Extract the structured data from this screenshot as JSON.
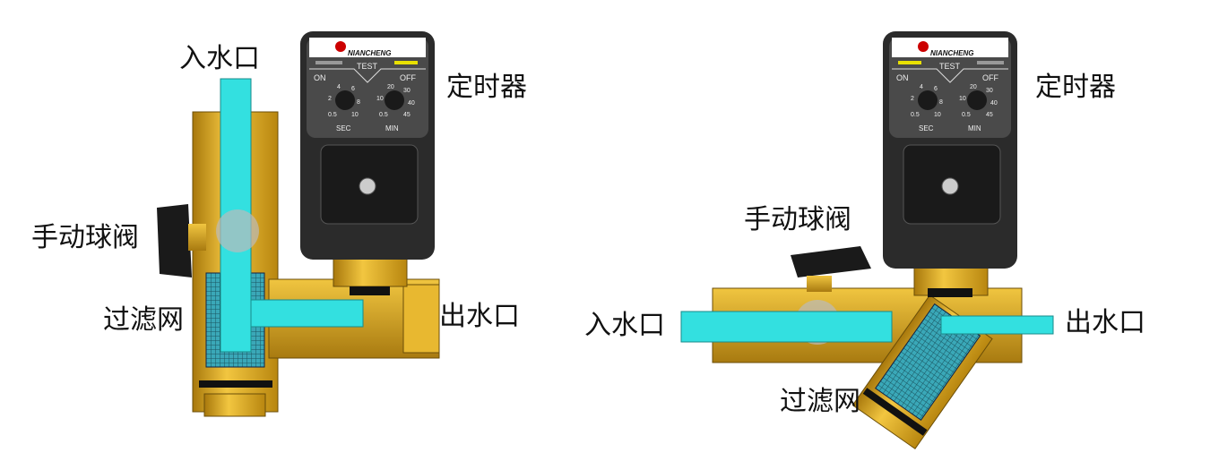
{
  "left_view": {
    "labels": {
      "inlet": "入水口",
      "timer": "定时器",
      "ball_valve": "手动球阀",
      "filter": "过滤网",
      "outlet": "出水口"
    }
  },
  "right_view": {
    "labels": {
      "inlet": "入水口",
      "timer": "定时器",
      "ball_valve": "手动球阀",
      "filter": "过滤网",
      "outlet": "出水口"
    }
  },
  "timer_panel": {
    "brand": "NIANCHENG",
    "test": "TEST",
    "on": "ON",
    "off": "OFF",
    "sec": "SEC",
    "min": "MIN",
    "sec_ticks": [
      "0.5",
      "2",
      "4",
      "6",
      "8",
      "10"
    ],
    "min_ticks": [
      "0.5",
      "10",
      "20",
      "30",
      "40",
      "45"
    ]
  },
  "colors": {
    "brass": "#d9a21c",
    "water": "#33e0e0",
    "timer_body": "#2b2b2b",
    "panel": "#4a4a4a",
    "indicator": "#e8e000"
  }
}
